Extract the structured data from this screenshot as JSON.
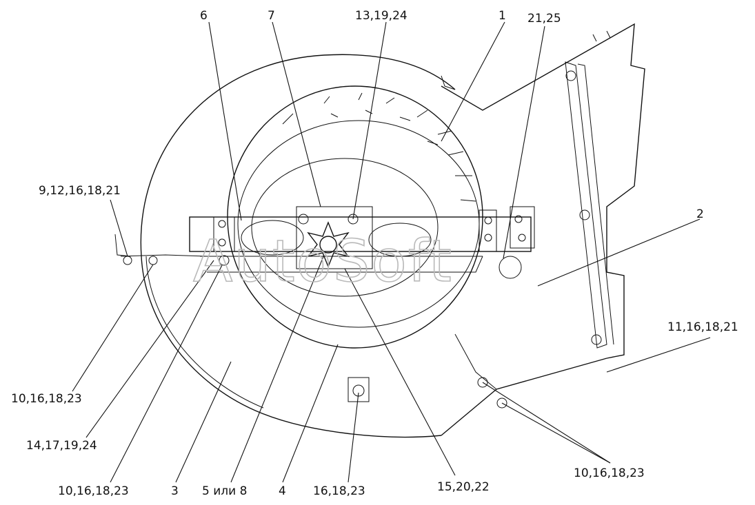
{
  "callouts": {
    "c1": "1",
    "c2": "2",
    "c3": "3",
    "c4": "4",
    "c5_8": "5 или 8",
    "c6": "6",
    "c7": "7",
    "c13_19_24": "13,19,24",
    "c21_25": "21,25",
    "c9_12_16_18_21": "9,12,16,18,21",
    "c11_16_18_21": "11,16,18,21",
    "c10_16_18_23_left": "10,16,18,23",
    "c14_17_19_24": "14,17,19,24",
    "c10_16_18_23_bottom": "10,16,18,23",
    "c16_18_23": "16,18,23",
    "c15_20_22": "15,20,22",
    "c10_16_18_23_right": "10,16,18,23"
  },
  "watermark": "AutoSoft"
}
